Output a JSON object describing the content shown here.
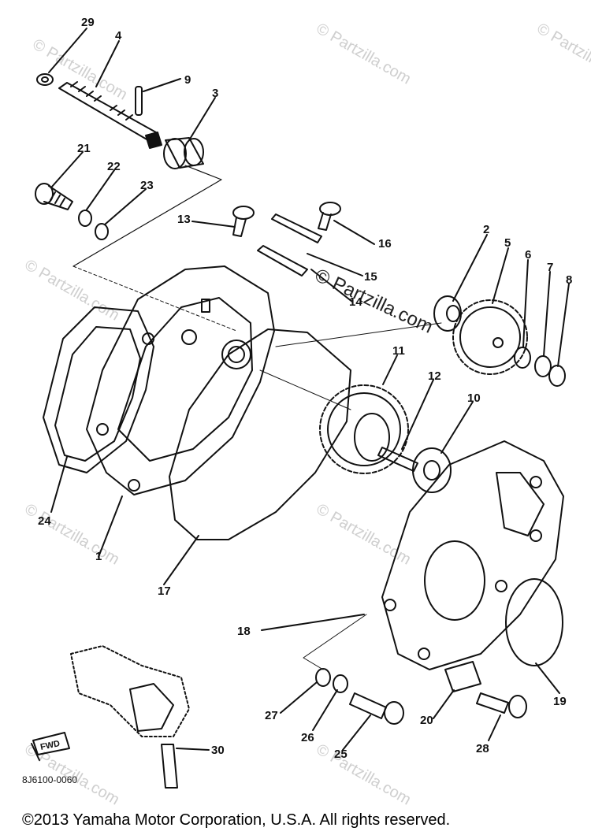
{
  "diagram": {
    "callouts": [
      "29",
      "4",
      "9",
      "3",
      "21",
      "22",
      "23",
      "13",
      "16",
      "15",
      "14",
      "2",
      "5",
      "6",
      "7",
      "8",
      "11",
      "12",
      "10",
      "24",
      "1",
      "17",
      "18",
      "19",
      "20",
      "28",
      "27",
      "26",
      "25",
      "30"
    ],
    "fwd_label": "FWD",
    "reference_code": "8J6100-0060"
  },
  "watermark": {
    "text": "© Partzilla.com"
  },
  "footer": {
    "copyright": "©2013  Yamaha Motor Corporation, U.S.A. All rights reserved."
  }
}
